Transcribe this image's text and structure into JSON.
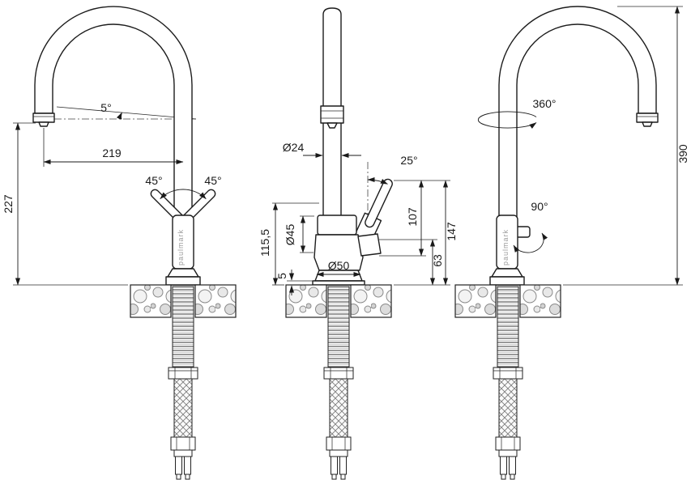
{
  "brand": "paulmark",
  "views": {
    "left": {
      "spout_angle": "5°",
      "reach": "219",
      "spout_height": "227",
      "handle_angle_left": "45°",
      "handle_angle_right": "45°"
    },
    "front": {
      "spout_diameter": "Ø24",
      "handle_angle": "25°",
      "height_115_5": "115,5",
      "body_diameter": "Ø45",
      "base_diameter": "Ø50",
      "base_height": "5",
      "height_107": "107",
      "height_63": "63",
      "height_147": "147"
    },
    "right": {
      "swivel_angle": "360°",
      "total_height": "390",
      "handle_rotation": "90°"
    }
  }
}
